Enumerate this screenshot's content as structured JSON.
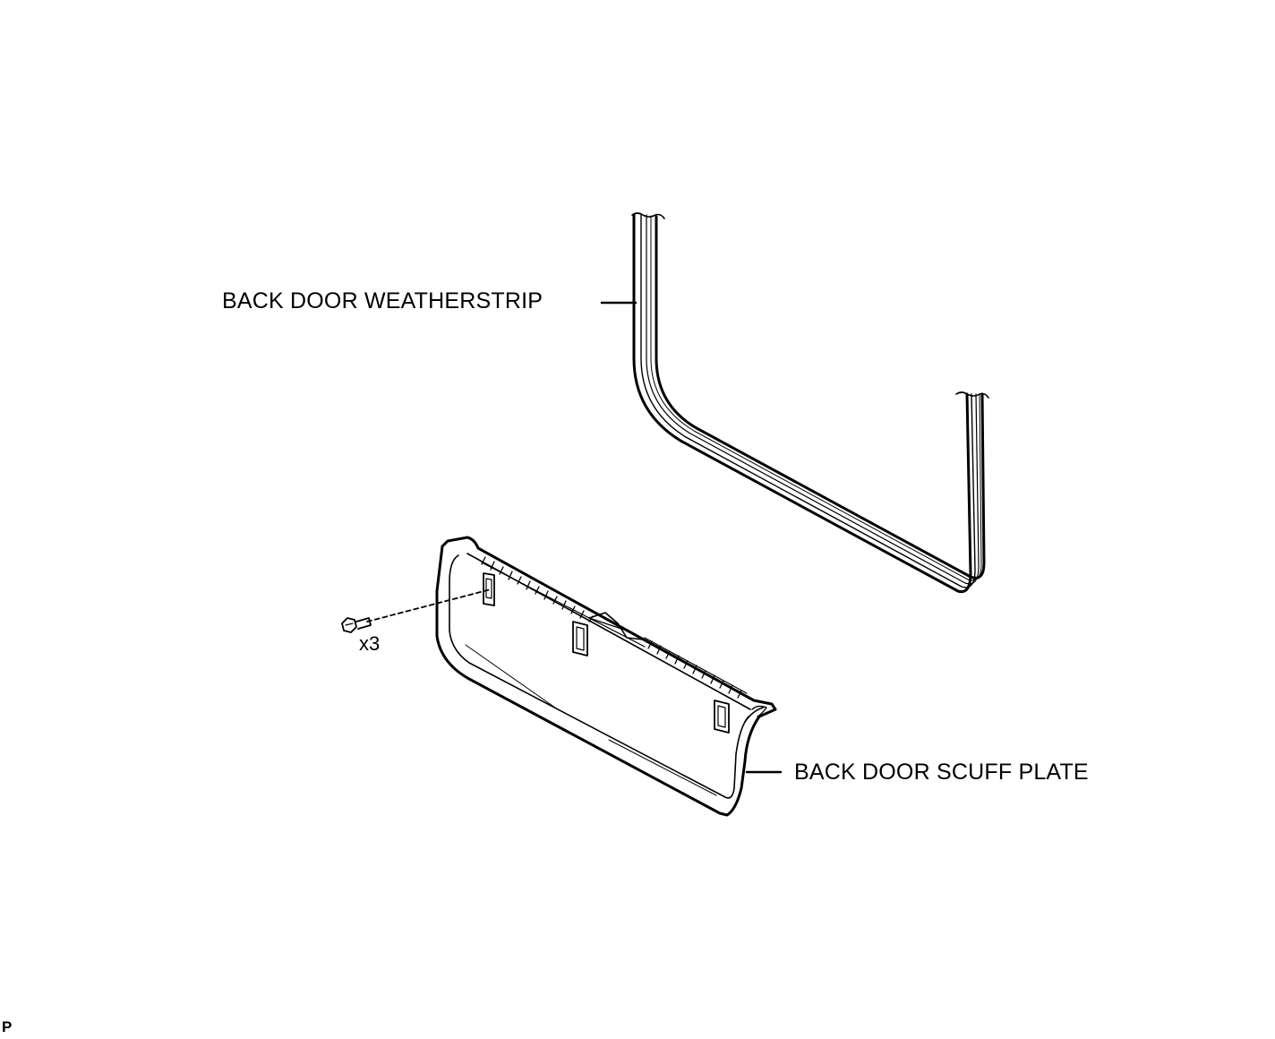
{
  "labels": {
    "weatherstrip": "BACK DOOR WEATHERSTRIP",
    "scuff_plate": "BACK DOOR SCUFF PLATE",
    "quantity": "x3",
    "corner_code": "P"
  },
  "icons": [
    "clip-icon"
  ],
  "colors": {
    "line": "#000000",
    "background": "#ffffff"
  }
}
